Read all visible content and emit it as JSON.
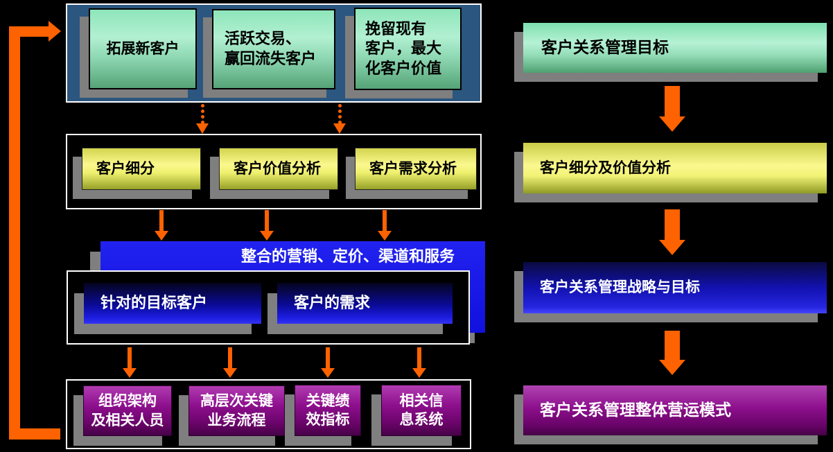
{
  "colors": {
    "background": "#000000",
    "accent_orange": "#ff6200",
    "steel_blue_panel": "#2b567f",
    "shadow_gray": "#7f7f7f",
    "green_box": "#9fe9c4",
    "yellow_box": "#f5f380",
    "blue_box": "#1414e0",
    "purple_box": "#8c0d8c"
  },
  "left": {
    "row1": {
      "boxes": [
        {
          "label": "拓展新客户"
        },
        {
          "label": "活跃交易、\n赢回流失客户"
        },
        {
          "label": "挽留现有\n客户，最大\n化客户价值"
        }
      ]
    },
    "row2": {
      "boxes": [
        {
          "label": "客户细分"
        },
        {
          "label": "客户价值分析"
        },
        {
          "label": "客户需求分析"
        }
      ]
    },
    "row3": {
      "banner": {
        "label": "整合的营销、定价、渠道和服务"
      },
      "boxes": [
        {
          "label": "针对的目标客户"
        },
        {
          "label": "客户的需求"
        }
      ]
    },
    "row4": {
      "boxes": [
        {
          "label": "组织架构\n及相关人员"
        },
        {
          "label": "高层次关键\n业务流程"
        },
        {
          "label": "关键绩\n效指标"
        },
        {
          "label": "相关信\n息系统"
        }
      ]
    }
  },
  "right": {
    "bars": [
      {
        "label": "客户关系管理目标"
      },
      {
        "label": "客户细分及价值分析"
      },
      {
        "label": "客户关系管理战略与目标"
      },
      {
        "label": "客户关系管理整体营运模式"
      }
    ]
  }
}
